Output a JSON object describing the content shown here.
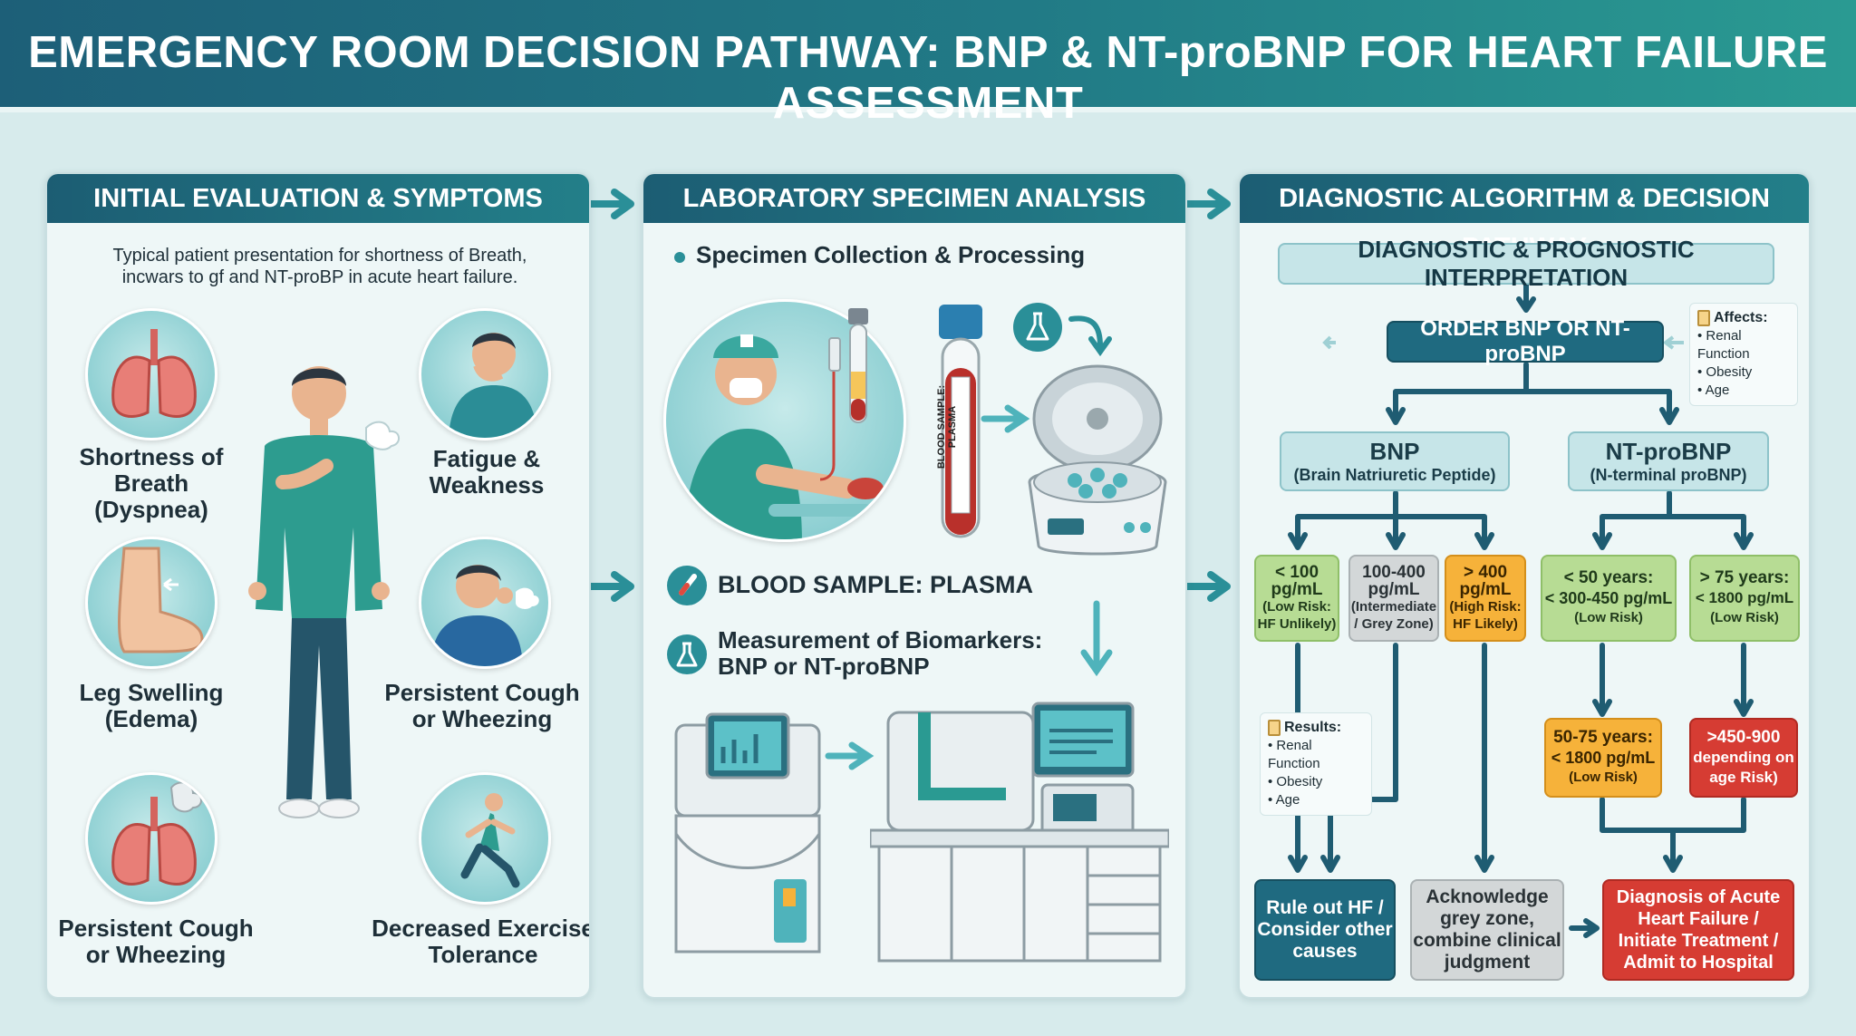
{
  "title": "EMERGENCY ROOM DECISION PATHWAY: BNP & NT-proBNP FOR HEART FAILURE ASSESSMENT",
  "colors": {
    "header_teal": "#1c5d73",
    "accent_green": "#b7dc94",
    "accent_orange": "#f6b23a",
    "accent_red": "#d63c33",
    "grey": "#d3d7d8"
  },
  "panel1": {
    "header": "INITIAL EVALUATION & SYMPTOMS",
    "intro_line1": "Typical patient presentation for shortness of Breath,",
    "intro_line2": "incwars to gf and NT-proBP in acute heart failure.",
    "symptoms": {
      "dyspnea": [
        "Shortness of",
        "Breath",
        "(Dyspnea)"
      ],
      "fatigue": [
        "Fatigue &",
        "Weakness"
      ],
      "edema": [
        "Leg Swelling",
        "(Edema)"
      ],
      "cough_right": [
        "Persistent Cough",
        "or Wheezing"
      ],
      "cough_left": [
        "Persistent Cough",
        "or Wheezing"
      ],
      "exercise": [
        "Decreased Exercise",
        "Tolerance"
      ]
    }
  },
  "panel2": {
    "header": "LABORATORY SPECIMEN ANALYSIS",
    "collection": "Specimen Collection & Processing",
    "tube_label": "BLOOD SAMPLE: PLASMA",
    "plasma": "BLOOD SAMPLE: PLASMA",
    "measurement_line1": "Measurement of Biomarkers:",
    "measurement_line2": "BNP or NT-proBNP"
  },
  "panel3": {
    "header": "DIAGNOSTIC ALGORITHM & DECISION PATHWAY",
    "interpretation": "DIAGNOSTIC & PROGNOSTIC INTERPRETATION",
    "order": "ORDER BNP OR NT-proBNP",
    "affects_title": "Affects:",
    "affects_items": [
      "Renal Function",
      "Obesity",
      "Age"
    ],
    "bnp_title": "BNP",
    "bnp_sub": "(Brain Natriuretic Peptide)",
    "nt_title": "NT-proBNP",
    "nt_sub": "(N-terminal proBNP)",
    "bnp_low": [
      "< 100",
      "pg/mL",
      "(Low Risk:",
      "HF Unlikely)"
    ],
    "bnp_mid": [
      "100-400",
      "pg/mL",
      "(Intermediate",
      "/ Grey Zone)"
    ],
    "bnp_high": [
      "> 400",
      "pg/mL",
      "(High Risk:",
      "HF Likely)"
    ],
    "nt_under50": [
      "< 50 years:",
      "< 300-450 pg/mL",
      "(Low Risk)"
    ],
    "nt_over75": [
      "> 75 years:",
      "< 1800 pg/mL",
      "(Low Risk)"
    ],
    "nt_50_75": [
      "50-75 years:",
      "< 1800 pg/mL",
      "(Low Risk)"
    ],
    "nt_high": [
      ">450-900",
      "depending on",
      "age Risk)"
    ],
    "results_title": "Results:",
    "results_items": [
      "Renal Function",
      "Obesity",
      "Age"
    ],
    "rule_out": [
      "Rule out HF /",
      "Consider other",
      "causes"
    ],
    "grey_zone": [
      "Acknowledge",
      "grey zone,",
      "combine clinical",
      "judgment"
    ],
    "diagnosis": [
      "Diagnosis of Acute",
      "Heart Failure /",
      "Initiate Treatment /",
      "Admit to Hospital"
    ]
  }
}
